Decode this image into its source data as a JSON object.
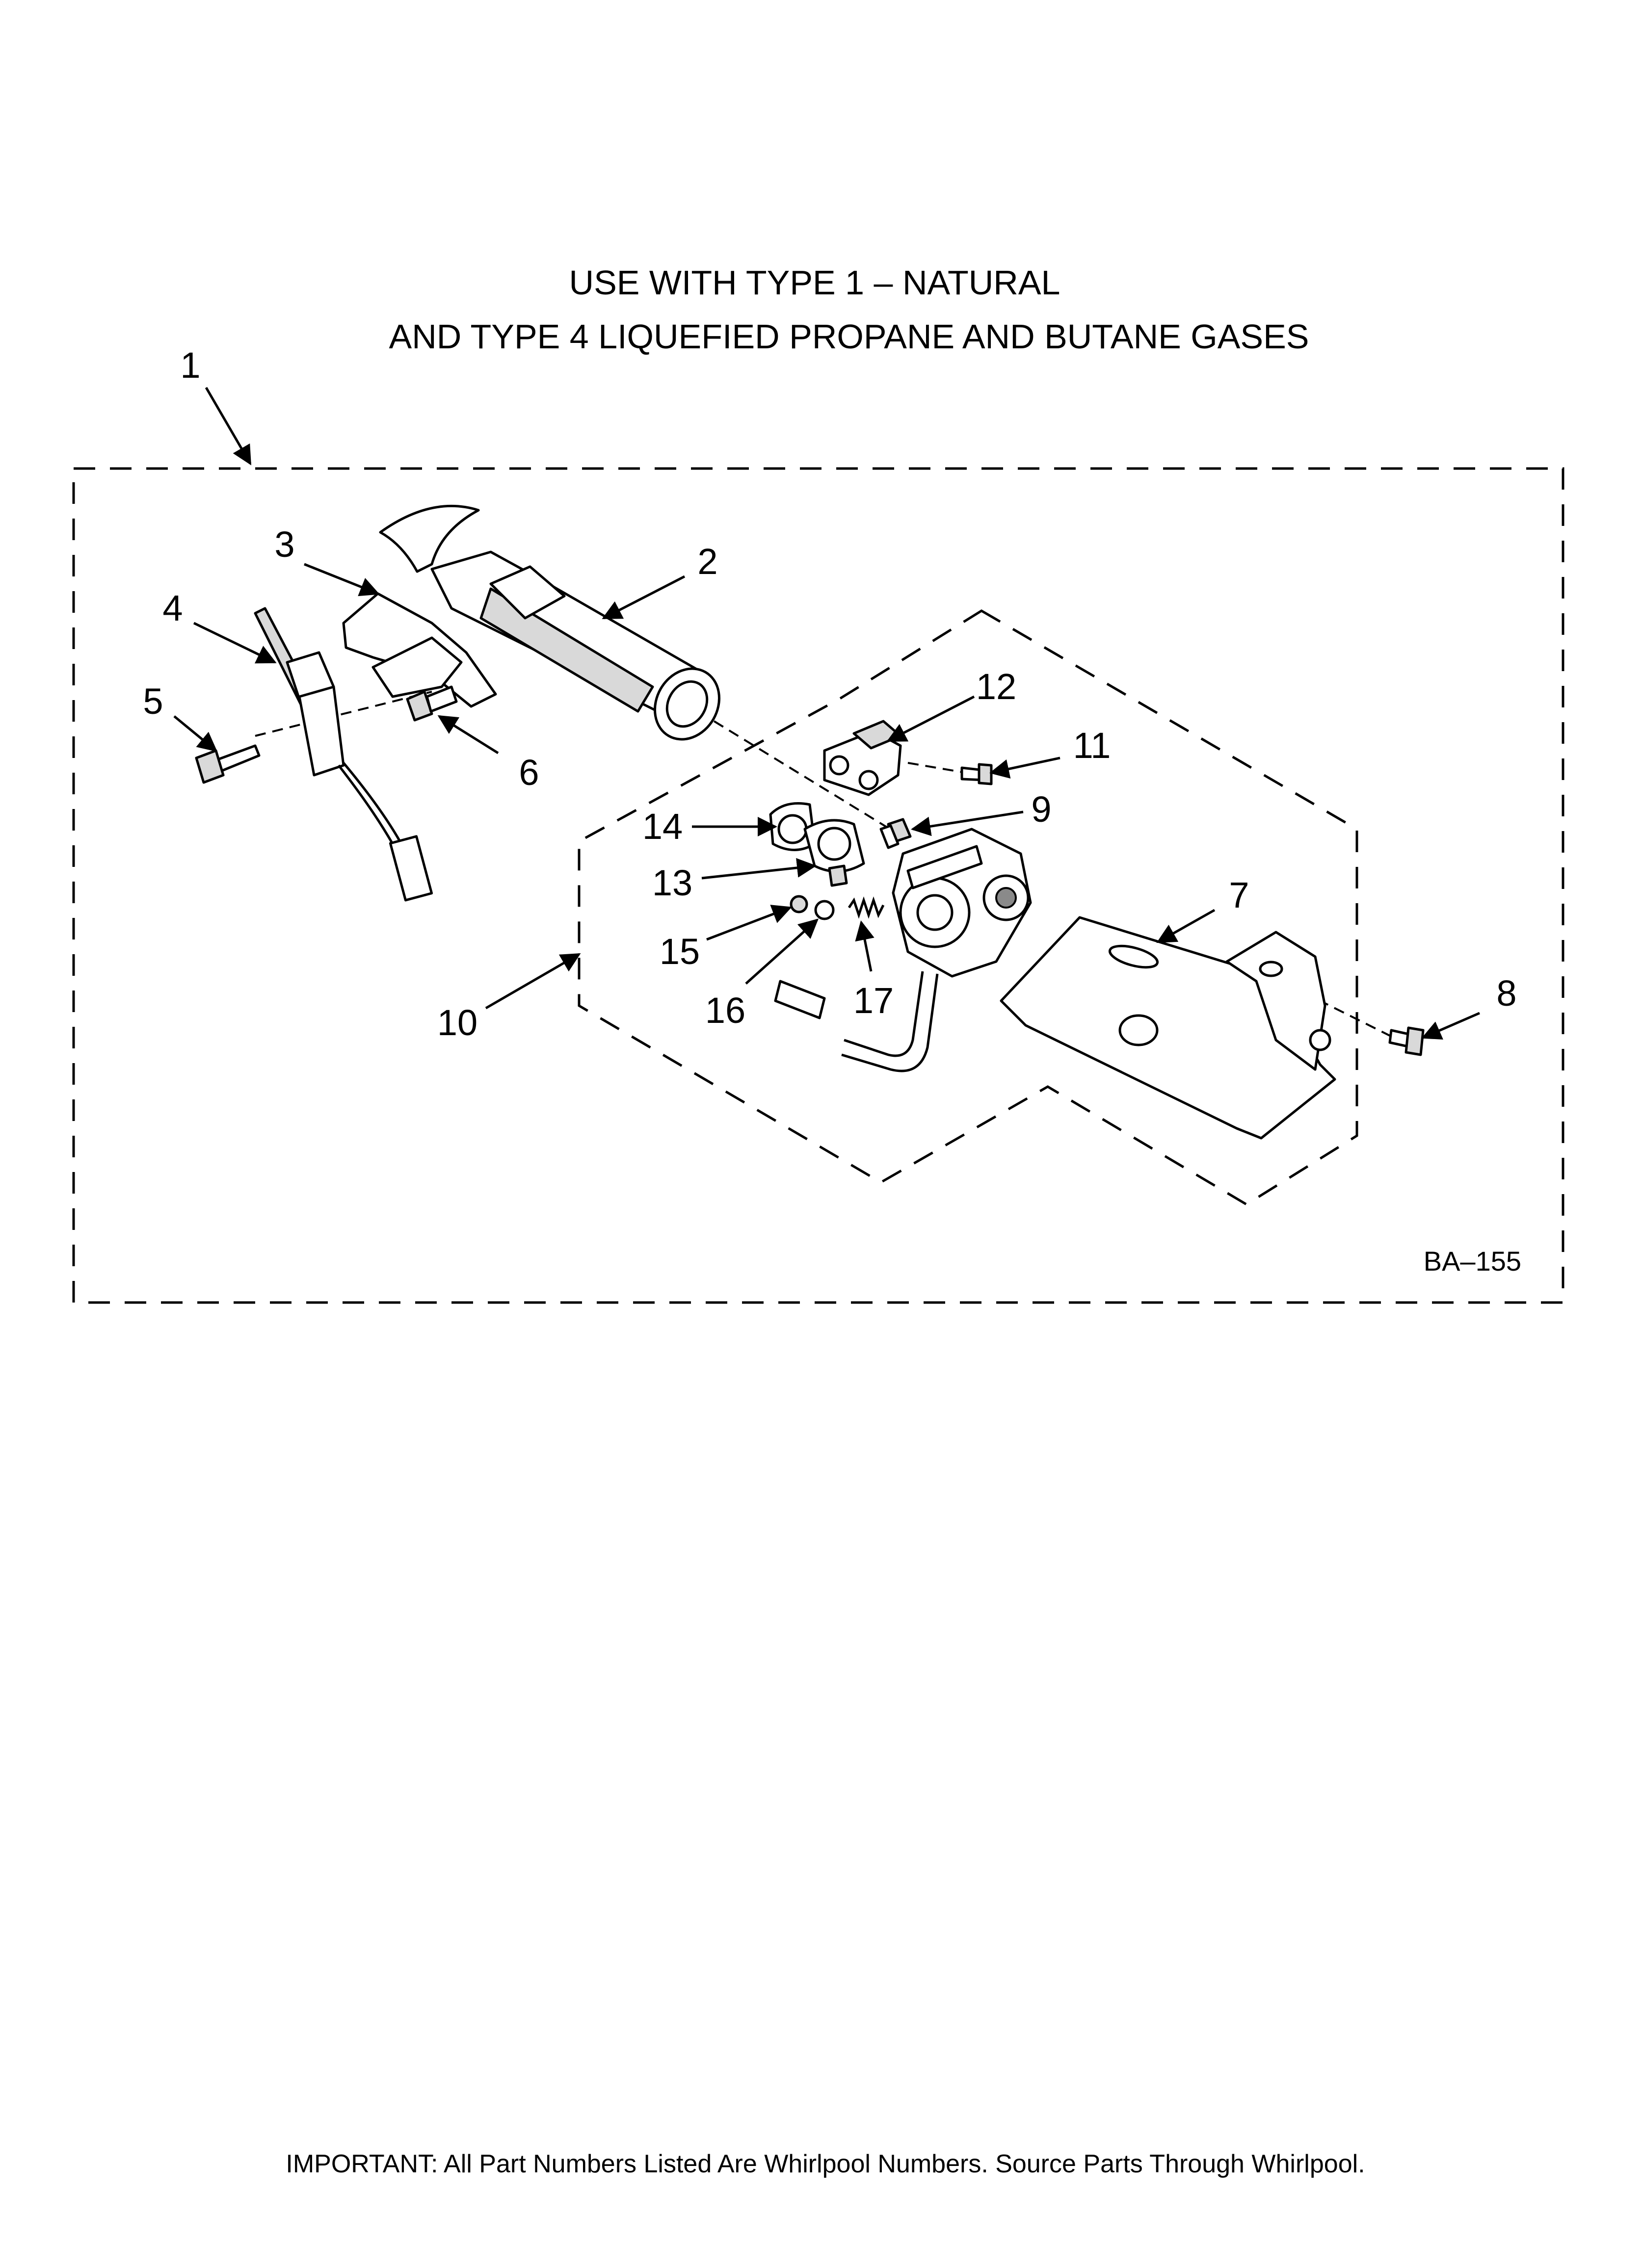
{
  "title": {
    "line1": "USE WITH TYPE 1 –  NATURAL",
    "line2": "AND TYPE 4    LIQUEFIED PROPANE AND BUTANE GASES"
  },
  "callouts": [
    "1",
    "2",
    "3",
    "4",
    "5",
    "6",
    "7",
    "8",
    "9",
    "10",
    "11",
    "12",
    "13",
    "14",
    "15",
    "16",
    "17"
  ],
  "diagram_code": "BA–155",
  "footer": "IMPORTANT: All Part Numbers Listed Are Whirlpool Numbers. Source Parts Through Whirlpool."
}
